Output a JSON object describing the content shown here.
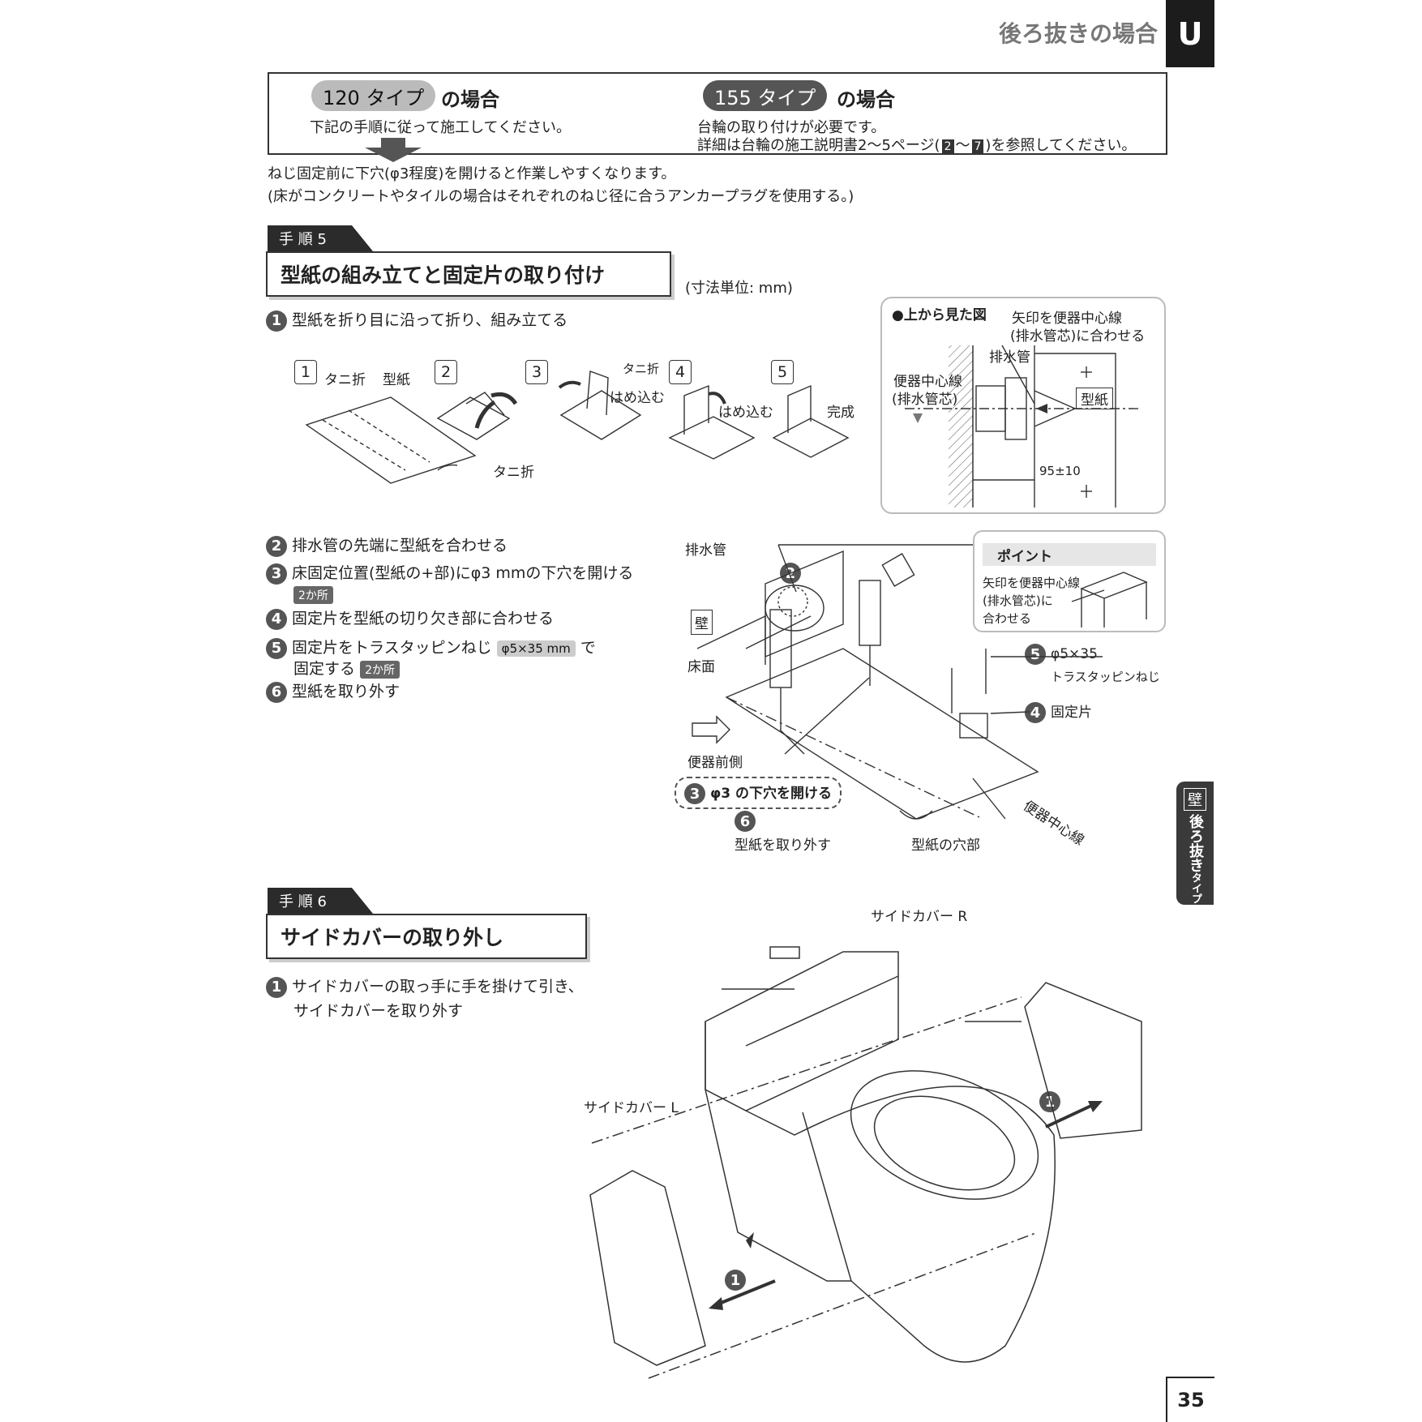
{
  "header": {
    "title": "後ろ抜きの場合",
    "tab": "U"
  },
  "type_box": {
    "left": {
      "pill": "120 タイプ",
      "label": "の場合",
      "text": "下記の手順に従って施工してください。"
    },
    "right": {
      "pill": "155 タイプ",
      "label": "の場合",
      "text1": "台輪の取り付けが必要です。",
      "text2_a": "詳細は台輪の施工説明書2～5ページ(",
      "ref1": "2",
      "ref_sep": "～",
      "ref2": "7",
      "text2_b": ")を参照してください。"
    }
  },
  "notes": [
    "ねじ固定前に下穴(φ3程度)を開けると作業しやすくなります。",
    "(床がコンクリートやタイルの場合はそれぞれのねじ径に合うアンカープラグを使用する。)"
  ],
  "step5": {
    "tag": "手 順 5",
    "title": "型紙の組み立てと固定片の取り付け",
    "unit": "(寸法単位: mm)",
    "instr1": {
      "num": "1",
      "text": "型紙を折り目に沿って折り、組み立てる"
    },
    "fold_steps": {
      "n1": "1",
      "n2": "2",
      "n3": "3",
      "n4": "4",
      "n5": "5",
      "tani1": "タニ折",
      "katagami": "型紙",
      "tani2": "タニ折",
      "tani3": "タニ折",
      "hamekomu1": "はめ込む",
      "hamekomu2": "はめ込む",
      "kansei": "完成"
    },
    "top_view": {
      "title": "●上から見た図",
      "arrow_note1": "矢印を便器中心線",
      "arrow_note2": "(排水管芯)に合わせる",
      "drain": "排水管",
      "center1": "便器中心線",
      "center2": "(排水管芯)",
      "katagami": "型紙",
      "dim": "95±10"
    },
    "instructions": [
      {
        "num": "2",
        "text": "排水管の先端に型紙を合わせる"
      },
      {
        "num": "3",
        "text": "床固定位置(型紙の+部)にφ3 mmの下穴を開ける",
        "tag": "2か所"
      },
      {
        "num": "4",
        "text": "固定片を型紙の切り欠き部に合わせる"
      },
      {
        "num": "5",
        "text_a": "固定片をトラスタッピンねじ",
        "screw": "φ5×35 mm",
        "text_b": "で",
        "text_c": "固定する",
        "tag": "2か所"
      },
      {
        "num": "6",
        "text": "型紙を取り外す"
      }
    ],
    "diagram": {
      "drain": "排水管",
      "wall": "壁",
      "floor": "床面",
      "front": "便器前側",
      "n2": "2",
      "drill_num": "3",
      "drill": "φ3 の下穴を開ける",
      "remove_num": "6",
      "remove": "型紙を取り外す",
      "hole": "型紙の穴部",
      "center": "便器中心線",
      "screw_num": "5",
      "screw": "φ5×35",
      "screw_name": "トラスタッピンねじ",
      "piece_num": "4",
      "piece": "固定片"
    },
    "point": {
      "head": "ポイント",
      "line1": "矢印を便器中心線",
      "line2": "(排水管芯)に",
      "line3": "合わせる"
    }
  },
  "step6": {
    "tag": "手 順 6",
    "title": "サイドカバーの取り外し",
    "instr1": {
      "num": "1",
      "line1": "サイドカバーの取っ手に手を掛けて引き、",
      "line2": "サイドカバーを取り外す"
    },
    "diagram": {
      "cover_r": "サイドカバー R",
      "cover_l": "サイドカバー L",
      "n_r": "1",
      "n_l": "1"
    }
  },
  "side_tab": {
    "kanji": "壁",
    "text": "後ろ抜き",
    "small": "タイプ"
  },
  "page_number": "35"
}
